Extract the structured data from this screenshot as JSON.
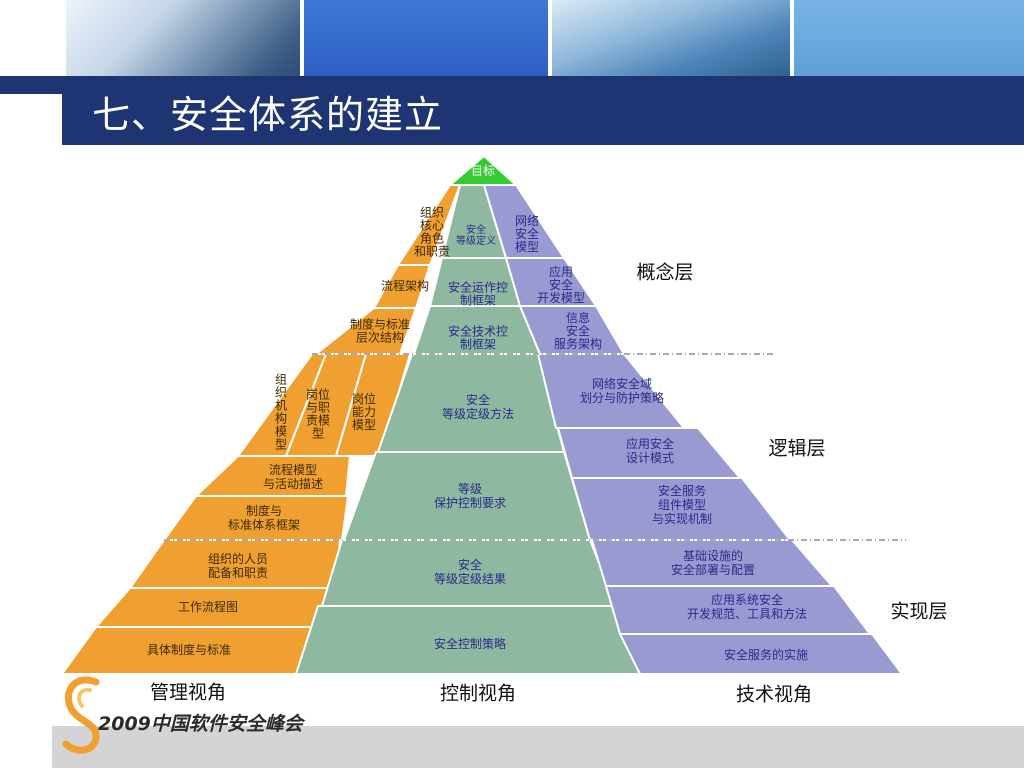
{
  "title": "七、安全体系的建立",
  "summit": "目标",
  "orange": {
    "o1": [
      "组织",
      "核心",
      "角色",
      "和职责"
    ],
    "o2": [
      "流程架构"
    ],
    "o3": [
      "制度与标准",
      "层次结构"
    ],
    "o4a": [
      "组",
      "织",
      "机",
      "构",
      "模",
      "型"
    ],
    "o4b": [
      "岗位",
      "与职",
      "责模",
      "型"
    ],
    "o4c": [
      "岗位",
      "能力",
      "模型"
    ],
    "o5": [
      "流程模型",
      "与活动描述"
    ],
    "o6": [
      "制度与",
      "标准体系框架"
    ],
    "o7": [
      "组织的人员",
      "配备和职责"
    ],
    "o8": [
      "工作流程图"
    ],
    "o9": [
      "具体制度与标准"
    ]
  },
  "green": {
    "g1": [
      "安全",
      "等级定义"
    ],
    "g2": [
      "安全运作控",
      "制框架"
    ],
    "g3": [
      "安全技术控",
      "制框架"
    ],
    "g4": [
      "安全",
      "等级定级方法"
    ],
    "g5": [
      "等级",
      "保护控制要求"
    ],
    "g6": [
      "安全",
      "等级定级结果"
    ],
    "g7": [
      "安全控制策略"
    ]
  },
  "purple": {
    "p1": [
      "网络",
      "安全",
      "模型"
    ],
    "p2": [
      "应用",
      "安全",
      "开发模型"
    ],
    "p3": [
      "信息",
      "安全",
      "服务架构"
    ],
    "p4": [
      "网络安全域",
      "划分与防护策略"
    ],
    "p5": [
      "应用安全",
      "设计模式"
    ],
    "p6": [
      "安全服务",
      "组件模型",
      "与实现机制"
    ],
    "p7": [
      "基础设施的",
      "安全部署与配置"
    ],
    "p8": [
      "应用系统安全",
      "开发规范、工具和方法"
    ],
    "p9": [
      "安全服务的实施"
    ]
  },
  "layers": {
    "concept": "概念层",
    "logic": "逻辑层",
    "impl": "实现层"
  },
  "views": {
    "mgmt": "管理视角",
    "control": "控制视角",
    "tech": "技术视角"
  },
  "footer_logo": "2009中国软件安全峰会",
  "colors": {
    "orange": "#f0a030",
    "green": "#8fb8a0",
    "purple": "#9a9ad2",
    "summit": "#33cc33",
    "navy": "#1f3573",
    "orange_text": "#3a2a00",
    "inner_text": "#2a2a8a"
  }
}
